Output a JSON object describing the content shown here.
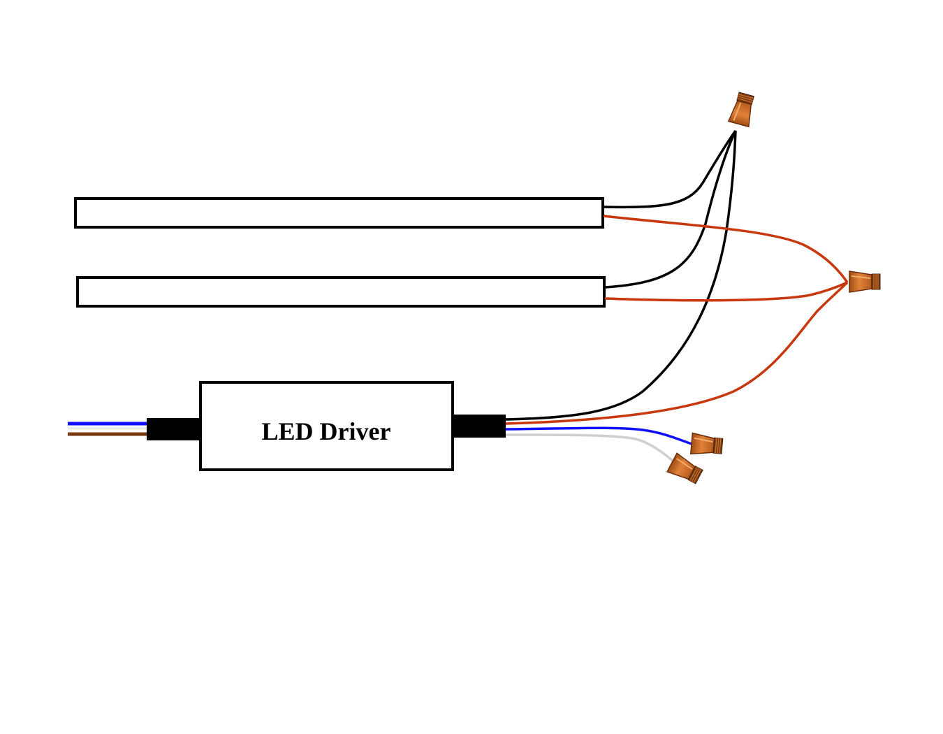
{
  "driver": {
    "label": "LED Driver"
  },
  "colors": {
    "background": "#ffffff",
    "outline": "#000000",
    "live_wire": "#c8380e",
    "neutral_wire": "#000000",
    "mains_blue": "#1010ff",
    "mains_brown": "#7a3a10",
    "dimmer_gray": "#cfcfcf",
    "connector_orange": "#d9741f",
    "connector_dark": "#7a3a12"
  },
  "components": {
    "tubes": [
      "led-tube-1",
      "led-tube-2"
    ],
    "connectors": [
      "wire-nut-neutral",
      "wire-nut-live",
      "wire-nut-blue",
      "wire-nut-gray"
    ],
    "icons": [
      "wire-nut-icon"
    ]
  }
}
